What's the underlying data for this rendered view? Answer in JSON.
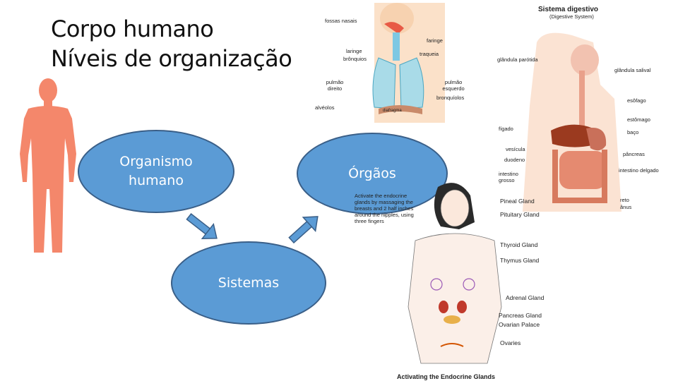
{
  "title": {
    "line1": "Corpo humano",
    "line2": "Níveis de organização"
  },
  "diagram": {
    "nodes": [
      {
        "id": "organismo",
        "label_line1": "Organismo",
        "label_line2": "humano"
      },
      {
        "id": "sistemas",
        "label": "Sistemas"
      },
      {
        "id": "orgaos",
        "label": "Órgãos"
      }
    ],
    "arrows": [
      {
        "from": "organismo",
        "to": "sistemas"
      },
      {
        "from": "sistemas",
        "to": "orgaos"
      }
    ]
  },
  "respiratory_figure": {
    "labels": [
      "fossas nasais",
      "faringe",
      "laringe",
      "brônquios",
      "traqueia",
      "pulmão direito",
      "pulmão esquerdo",
      "bronquíolos",
      "alvéolos",
      "diafragma"
    ]
  },
  "digestive_figure": {
    "title": "Sistema digestivo",
    "subtitle": "(Digestive System)",
    "labels": [
      "glândula parótida",
      "glândula salival",
      "esôfago",
      "estômago",
      "fígado",
      "baço",
      "vesícula",
      "pâncreas",
      "duodeno",
      "intestino grosso",
      "intestino delgado",
      "reto",
      "ânus"
    ]
  },
  "endocrine_figure": {
    "caption": "Activating the Endocrine Glands",
    "note": "Activate the endocrine glands by massaging the breasts and 2 half inches around the nipples, using three fingers",
    "labels": [
      "Pineal Gland",
      "Pituitary Gland",
      "Thyroid Gland",
      "Thymus Gland",
      "Adrenal Gland",
      "Pancreas Gland",
      "Ovarian Palace",
      "Ovaries"
    ]
  },
  "colors": {
    "ellipse_fill": "#5b9bd5",
    "ellipse_border": "#3a5f88",
    "silhouette": "#f4876b"
  }
}
